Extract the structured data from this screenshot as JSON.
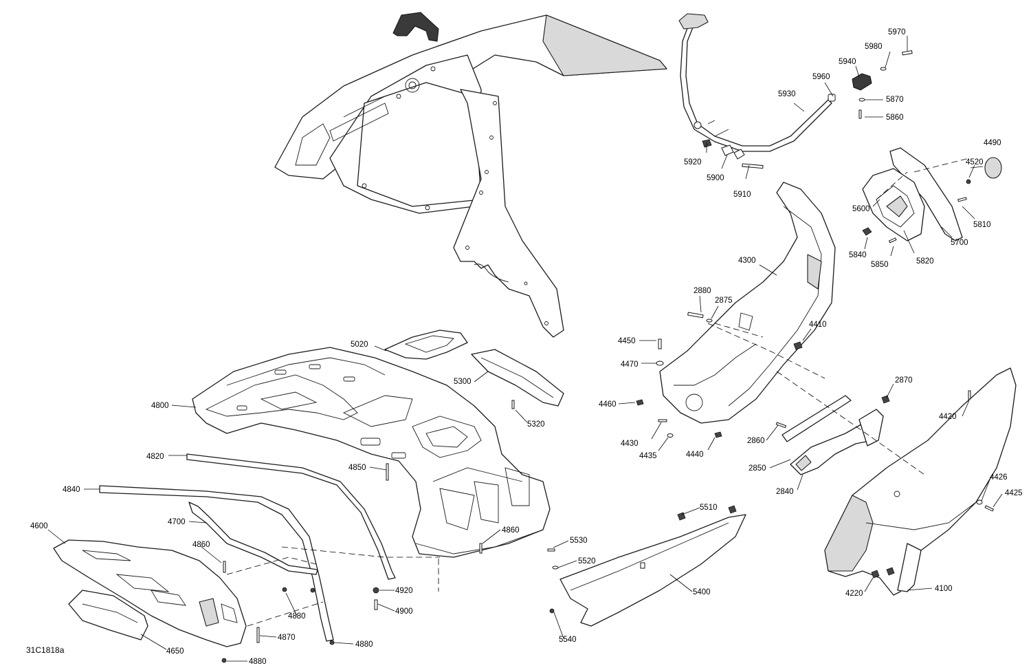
{
  "drawing_id": "31C1818a",
  "callouts": {
    "c5970": "5970",
    "c5980": "5980",
    "c5940": "5940",
    "c5960": "5960",
    "c5930": "5930",
    "c5870": "5870",
    "c5860": "5860",
    "c5920": "5920",
    "c5900": "5900",
    "c5910": "5910",
    "c4490": "4490",
    "c4520": "4520",
    "c5600": "5600",
    "c5810": "5810",
    "c5700": "5700",
    "c5840": "5840",
    "c5850": "5850",
    "c5820": "5820",
    "c4300": "4300",
    "c2880": "2880",
    "c2875": "2875",
    "c4410": "4410",
    "c4450": "4450",
    "c4470": "4470",
    "c4460": "4460",
    "c4430": "4430",
    "c4435": "4435",
    "c4440": "4440",
    "c2870": "2870",
    "c2860": "2860",
    "c2850": "2850",
    "c2840": "2840",
    "c4420": "4420",
    "c4426": "4426",
    "c4425": "4425",
    "c4220": "4220",
    "c4100": "4100",
    "c5020": "5020",
    "c5300": "5300",
    "c5320": "5320",
    "c4800": "4800",
    "c4820": "4820",
    "c4850": "4850",
    "c4840": "4840",
    "c4700": "4700",
    "c4600": "4600",
    "c4860a": "4860",
    "c4860b": "4860",
    "c4920": "4920",
    "c4900": "4900",
    "c4880a": "4880",
    "c4880b": "4880",
    "c4880c": "4880",
    "c4870": "4870",
    "c4650": "4650",
    "c5510": "5510",
    "c5530": "5530",
    "c5520": "5520",
    "c5400": "5400",
    "c5540": "5540"
  }
}
